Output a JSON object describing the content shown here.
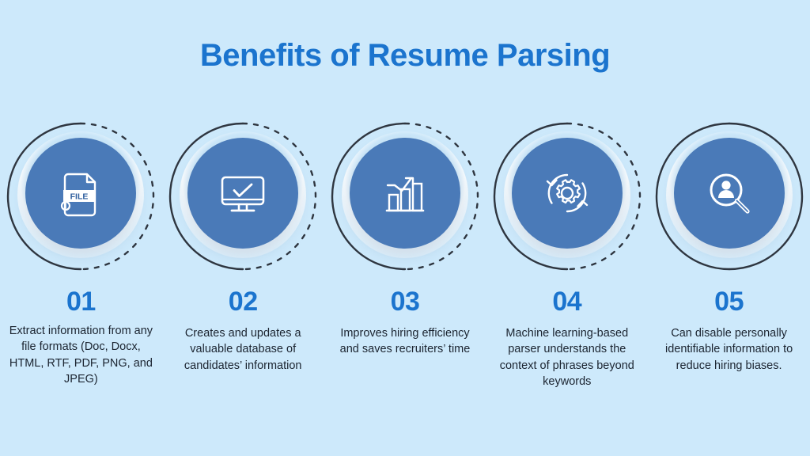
{
  "title": "Benefits of Resume Parsing",
  "colors": {
    "background": "#cde9fb",
    "accent_blue": "#1b74ce",
    "circle_fill": "#4a7ab8",
    "ring_stroke": "#2f3640",
    "icon_stroke": "#ffffff",
    "body_text": "#1b2430"
  },
  "steps": [
    {
      "number": "01",
      "icon": "file-document-icon",
      "icon_label": "FILE",
      "description": "Extract information from any file formats (Doc, Docx, HTML, RTF, PDF, PNG, and JPEG)"
    },
    {
      "number": "02",
      "icon": "monitor-check-icon",
      "icon_label": "",
      "description": "Creates and updates a valuable database of candidates’ information"
    },
    {
      "number": "03",
      "icon": "bar-chart-growth-icon",
      "icon_label": "",
      "description": "Improves hiring efficiency and saves recruiters’ time"
    },
    {
      "number": "04",
      "icon": "gear-refresh-icon",
      "icon_label": "",
      "description": "Machine learning-based parser understands the context of phrases beyond keywords"
    },
    {
      "number": "05",
      "icon": "person-search-icon",
      "icon_label": "",
      "description": "Can disable personally identifiable information to reduce hiring biases."
    }
  ]
}
